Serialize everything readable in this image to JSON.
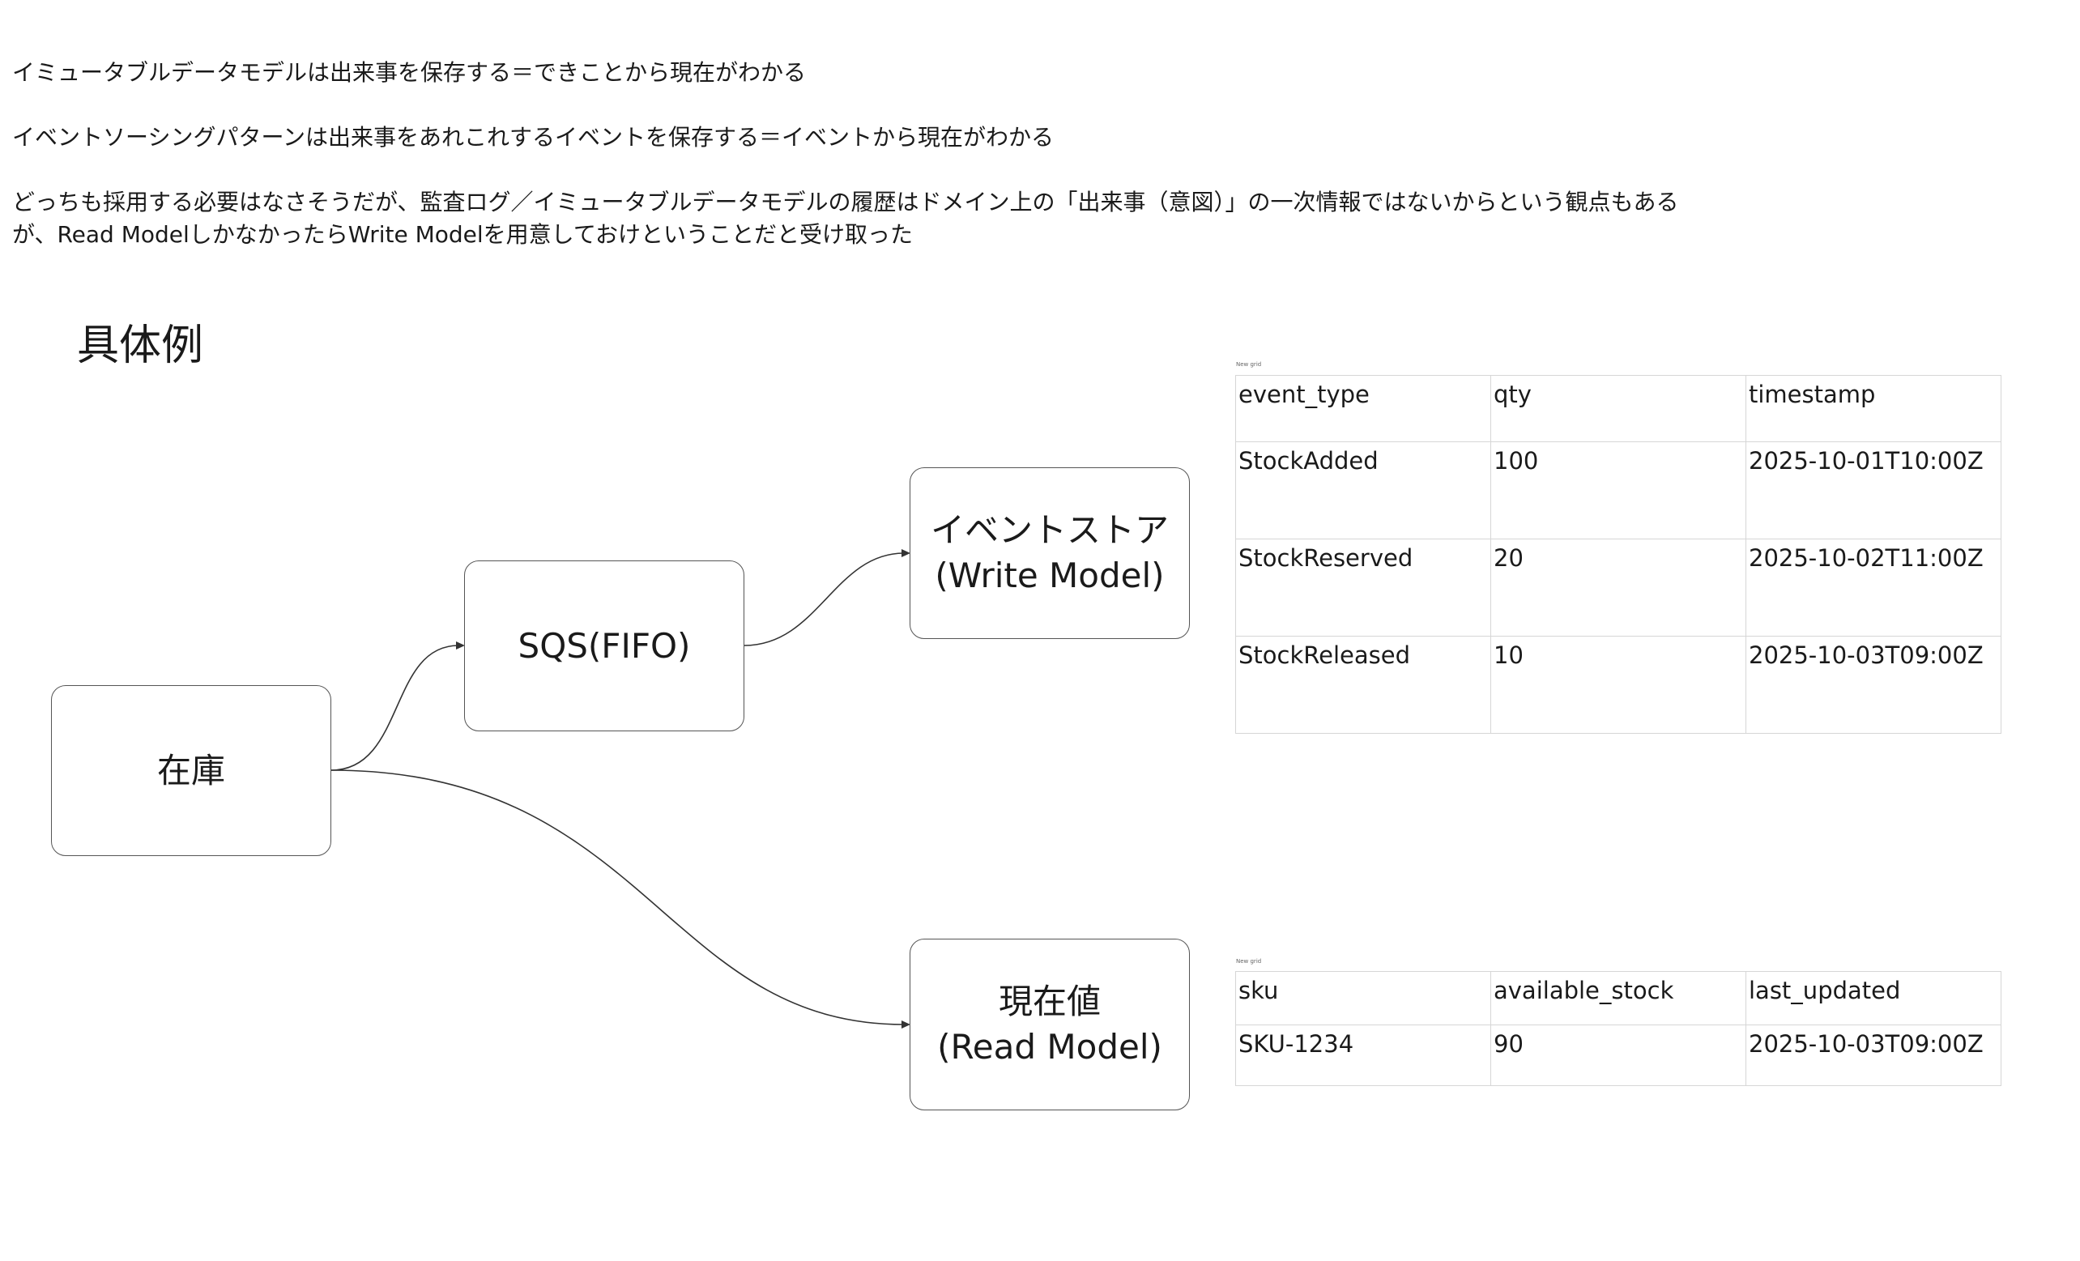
{
  "notes": [
    "イミュータブルデータモデルは出来事を保存する＝できことから現在がわかる",
    "イベントソーシングパターンは出来事をあれこれするイベントを保存する＝イベントから現在がわかる",
    "どっちも採用する必要はなさそうだが、監査ログ／イミュータブルデータモデルの履歴はドメイン上の「出来事（意図）」の一次情報ではないからという観点もある",
    "が、Read ModelしかなかったらWrite Modelを用意しておけということだと受け取った"
  ],
  "heading": "具体例",
  "nodes": {
    "zaiko": {
      "lines": [
        "在庫"
      ]
    },
    "sqs": {
      "lines": [
        "SQS(FIFO)"
      ]
    },
    "event_store": {
      "lines": [
        "イベントストア",
        "(Write Model)"
      ]
    },
    "read_model": {
      "lines": [
        "現在値",
        "(Read Model)"
      ]
    }
  },
  "grids": {
    "events": {
      "caption": "New grid",
      "headers": [
        "event_type",
        "qty",
        "timestamp"
      ],
      "rows": [
        [
          "StockAdded",
          "100",
          "2025-10-01T10:00Z"
        ],
        [
          "StockReserved",
          "20",
          "2025-10-02T11:00Z"
        ],
        [
          "StockReleased",
          "10",
          "2025-10-03T09:00Z"
        ]
      ]
    },
    "current": {
      "caption": "New grid",
      "headers": [
        "sku",
        "available_stock",
        "last_updated"
      ],
      "rows": [
        [
          "SKU-1234",
          "90",
          "2025-10-03T09:00Z"
        ]
      ]
    }
  }
}
